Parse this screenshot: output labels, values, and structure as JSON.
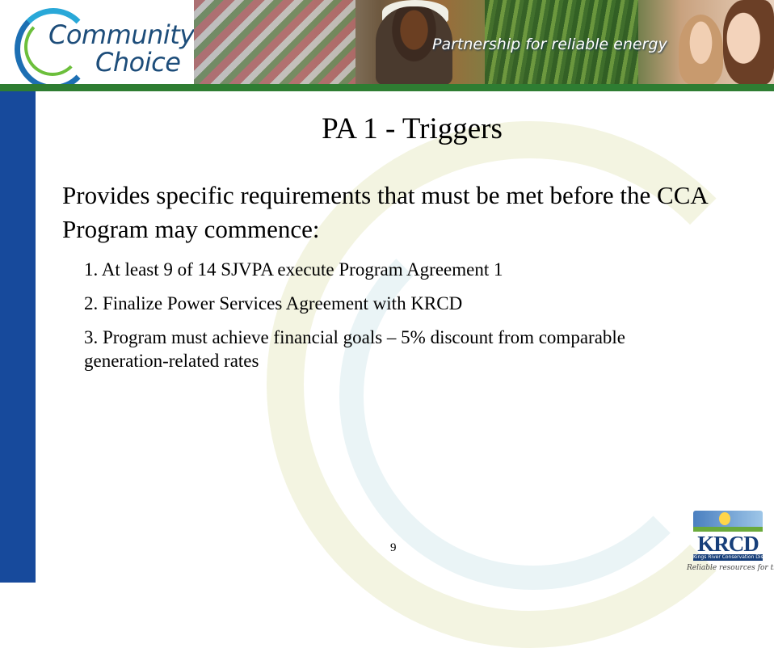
{
  "header": {
    "logo_line1": "Community",
    "logo_line2": "Choice",
    "tagline": "Partnership for reliable energy"
  },
  "slide": {
    "title": "PA 1 - Triggers",
    "intro": "Provides specific requirements that must be met before the CCA Program may commence:",
    "items": [
      "1. At least 9 of 14 SJVPA execute Program Agreement 1",
      "2. Finalize Power Services Agreement with KRCD",
      "3. Program must achieve financial goals – 5% discount from comparable generation-related rates"
    ],
    "page_number": "9"
  },
  "krcd_logo": {
    "name": "KRCD",
    "band_text": "Kings River Conservation District",
    "slogan": "Reliable resources for the Valley"
  },
  "colors": {
    "left_bar": "#174a9c",
    "header_rule": "#2e7d32",
    "logo_text": "#1d4d7a"
  }
}
